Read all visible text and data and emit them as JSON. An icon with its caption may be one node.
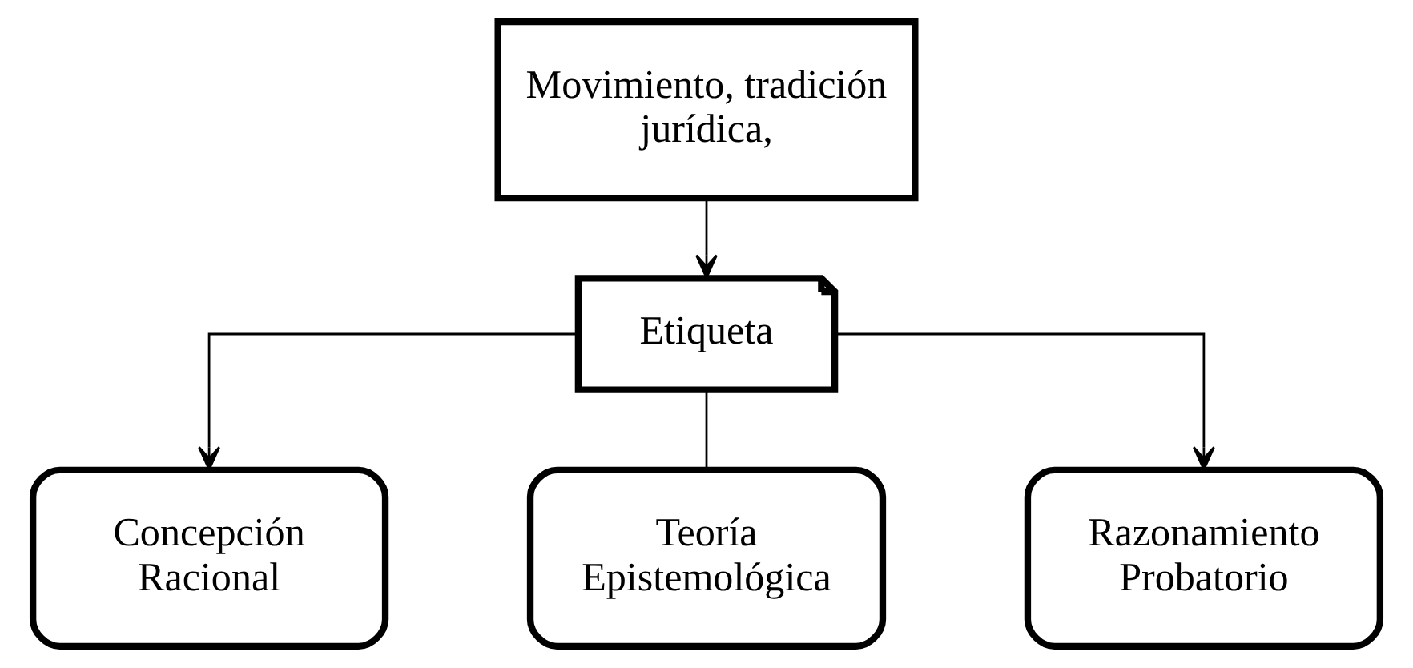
{
  "diagram": {
    "nodes": [
      {
        "text": [
          "Movimiento, tradición jurídica,"
        ]
      },
      {
        "text": [
          "Etiqueta"
        ]
      },
      {
        "text": [
          "Concepción Racional"
        ]
      },
      {
        "text": [
          "Teoría Epistemológica"
        ]
      },
      {
        "text": [
          "Razonamiento Probatorio"
        ]
      }
    ],
    "edges": [
      {
        "from": 0,
        "to": 1,
        "arrow": "to"
      },
      {
        "from": 1,
        "to": 2,
        "arrow": "to"
      },
      {
        "from": 1,
        "to": 3,
        "arrow": "none"
      },
      {
        "from": 1,
        "to": 4,
        "arrow": "to"
      }
    ]
  }
}
